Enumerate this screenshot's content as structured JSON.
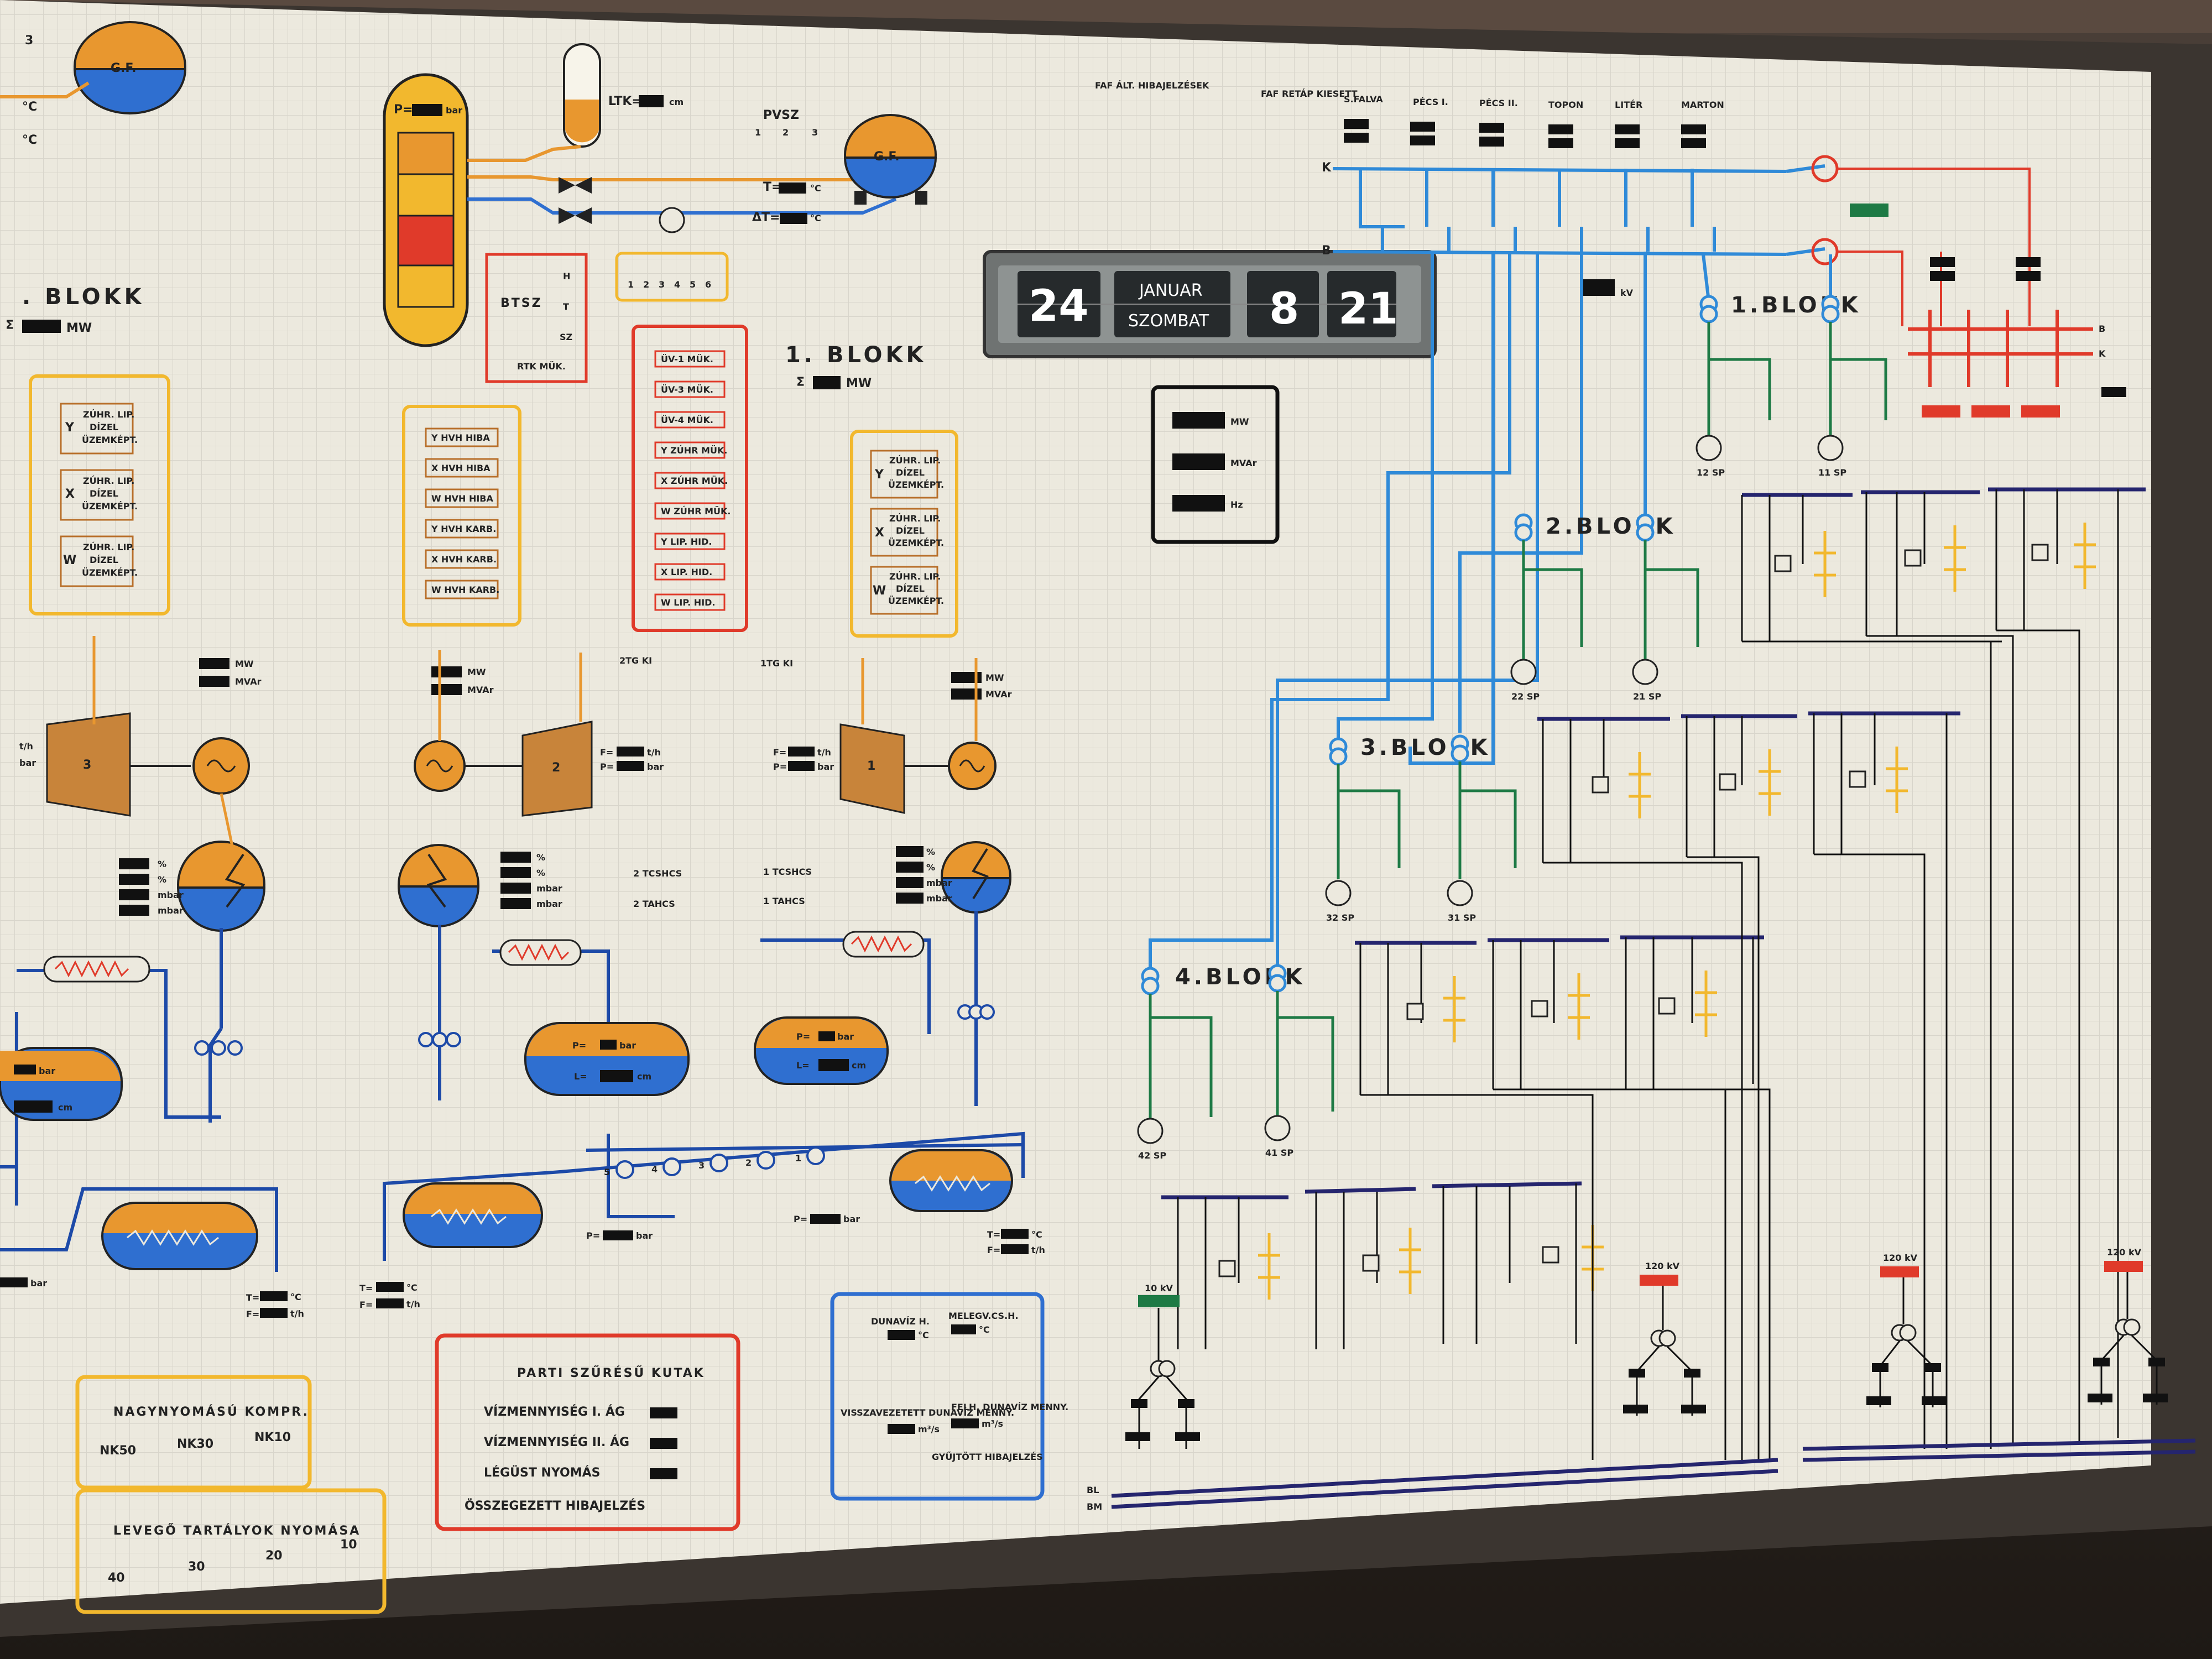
{
  "clock": {
    "day": "24",
    "month": "JANUAR",
    "weekday": "SZOMBAT",
    "hour": "8",
    "minute": "21"
  },
  "blocks": {
    "b1": "1.BLOKK",
    "b2": "2.BLOKK",
    "b3": "3.BLOKK",
    "b4": "4.BLOKK",
    "left_block": "1. BLOKK",
    "far_left": ". BLOKK"
  },
  "units": {
    "mw": "MW",
    "mvar": "MVAr",
    "hz": "Hz",
    "kv": "kV",
    "bar": "bar",
    "cm": "cm",
    "th": "t/h",
    "pct": "%",
    "mbar": "mbar",
    "c": "°C"
  },
  "top_labels": {
    "ltk": "LTK=",
    "pvsz": "PVSZ",
    "gf": "G.F.",
    "btsz": "BTSZ",
    "rtk_muk": "RTK MÜK.",
    "faf_hiba": "FAF ÁLT. HIBAJELZÉSEK",
    "faf_kiesett": "FAF RETÁP KIESETT",
    "p_eq": "P=",
    "t_eq": "T=",
    "f_eq": "F=",
    "l_eq": "L=",
    "dt_eq": "ΔT=",
    "sigma": "Σ"
  },
  "stations": [
    "S.FALVA",
    "PÉCS I.",
    "PÉCS II.",
    "TOPON",
    "LITÉR",
    "MARTON"
  ],
  "bus": {
    "k": "K",
    "b": "B",
    "bl": "BL",
    "bm": "BM"
  },
  "generators": [
    "12 SP",
    "11 SP",
    "22 SP",
    "21 SP",
    "32 SP",
    "31 SP",
    "42 SP",
    "41 SP"
  ],
  "lines": {
    "l1": "120 kV",
    "l2": "120 kV",
    "l3": "120 kV",
    "ten_kv": "10 kV"
  },
  "pvsz_digits": [
    "1",
    "2",
    "3"
  ],
  "btsz_items": [
    "H",
    "T",
    "SZ"
  ],
  "seq_digits": [
    "1",
    "2",
    "3",
    "4",
    "5",
    "6"
  ],
  "uv_panel": [
    "ÜV-1 MÜK.",
    "ÜV-3 MÜK.",
    "ÜV-4 MÜK.",
    "Y ZÚHR MÜK.",
    "X ZÚHR MÜK.",
    "W ZÚHR MÜK.",
    "Y LIP. HID.",
    "X LIP. HID.",
    "W LIP. HID."
  ],
  "hvh_panel": [
    "Y HVH HIBA",
    "X HVH HIBA",
    "W HVH HIBA",
    "Y HVH KARB.",
    "X HVH KARB.",
    "W HVH KARB."
  ],
  "zuhr_panel": [
    [
      "Y",
      "ZÚHR. LIP.",
      "DÍZEL",
      "ÜZEMKÉPT."
    ],
    [
      "X",
      "ZÚHR. LIP.",
      "DÍZEL",
      "ÜZEMKÉPT."
    ],
    [
      "W",
      "ZÚHR. LIP.",
      "DÍZEL",
      "ÜZEMKÉPT."
    ]
  ],
  "turbine_labels": {
    "t3": "3",
    "t2": "2",
    "t1": "1",
    "tg2": "2TG KI",
    "tg1": "1TG KI"
  },
  "tcshcs": [
    "2 TCSHCS",
    "2 TAHCS",
    "1 TCSHCS",
    "1 TAHCS"
  ],
  "pump_nums": [
    "5",
    "4",
    "3",
    "2",
    "1"
  ],
  "kompr": {
    "title": "NAGYNYOMÁSÚ KOMPR.",
    "items": [
      "NK50",
      "NK30",
      "NK10"
    ]
  },
  "levego": {
    "title": "LEVEGŐ TARTÁLYOK NYOMÁSA",
    "items": [
      "40",
      "30",
      "20",
      "10"
    ]
  },
  "parti": {
    "title": "PARTI SZŰRÉSŰ KUTAK",
    "items": [
      "VÍZMENNYISÉG I. ÁG",
      "VÍZMENNYISÉG II. ÁG",
      "LÉGÜST NYOMÁS",
      "ÖSSZEGEZETT HIBAJELZÉS"
    ]
  },
  "duna": {
    "dunaviz": "DUNAVÍZ H.",
    "melegv": "MELEGV.CS.H.",
    "visszavezetett": "VISSZAVEZETETT DUNAVÍZ MENNY.",
    "felh": "FELH. DUNAVÍZ MENNY.",
    "gyujtott": "GYŰJTÖTT HIBAJELZÉS",
    "m3s": "m³/s"
  },
  "colors": {
    "panel": "#ece9de",
    "grid": "#d3d0c6",
    "orange": "#e8972f",
    "blue": "#2f6fd0",
    "steel": "#1d4aa8",
    "green": "#1e7a45",
    "red": "#e03a2a",
    "yellow": "#f2b82e",
    "navy": "#25256e",
    "frame": "#3b3530"
  }
}
